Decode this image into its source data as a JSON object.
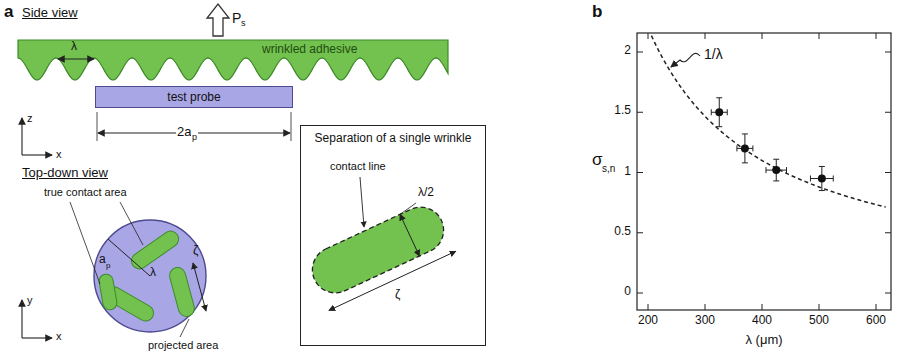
{
  "diagram": {
    "nodes": [
      {
        "text": [
          "test probe"
        ]
      },
      {
        "text": [
          "Separation of a single wrinkle"
        ]
      }
    ],
    "labels": [
      "a",
      "Side view",
      "P",
      "s",
      "λ",
      "wrinkled adhesive",
      "z",
      "x",
      "2a",
      "p",
      "Top-down view",
      "true contact area",
      "a",
      "p",
      "λ",
      "ζ",
      "projected area",
      "y",
      "x",
      "contact line",
      "λ/2",
      "ζ",
      "b",
      "1/λ",
      "σ",
      "s,n",
      "2",
      "1.5",
      "1",
      "0.5",
      "0",
      "200",
      "300",
      "400",
      "500",
      "600",
      "λ (μm)"
    ]
  }
}
